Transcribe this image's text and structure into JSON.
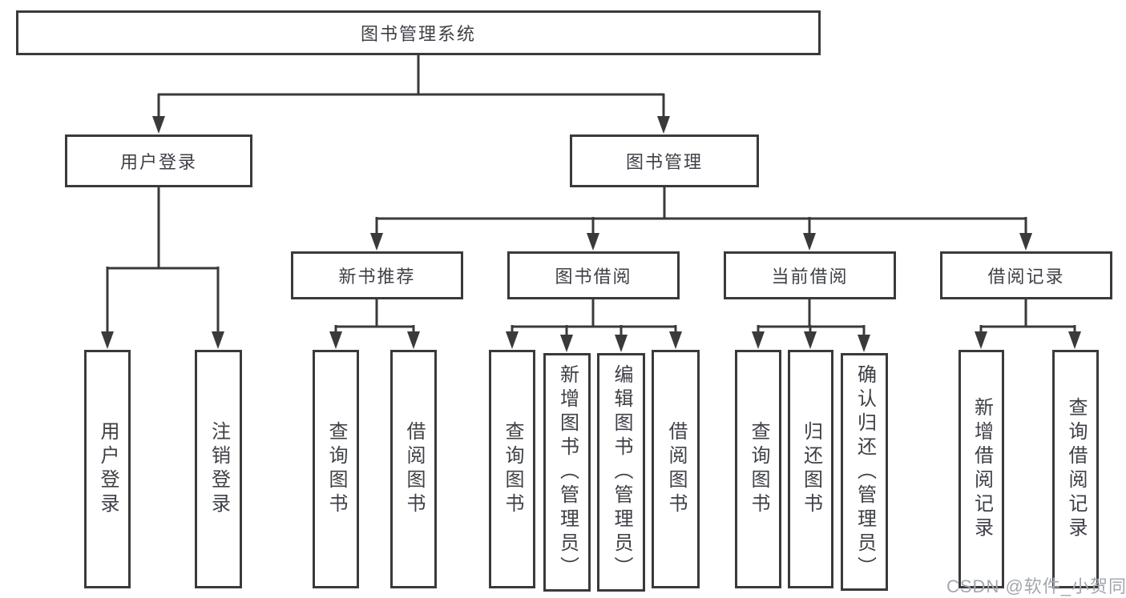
{
  "diagram": {
    "root": {
      "label": "图书管理系统"
    },
    "branches": [
      {
        "label": "用户登录",
        "children": [
          {
            "label": "用户登录"
          },
          {
            "label": "注销登录"
          }
        ]
      },
      {
        "label": "图书管理",
        "children": [
          {
            "label": "新书推荐",
            "children": [
              {
                "label": "查询图书"
              },
              {
                "label": "借阅图书"
              }
            ]
          },
          {
            "label": "图书借阅",
            "children": [
              {
                "label": "查询图书"
              },
              {
                "label": "新增图书（管理员）"
              },
              {
                "label": "编辑图书（管理员）"
              },
              {
                "label": "借阅图书"
              }
            ]
          },
          {
            "label": "当前借阅",
            "children": [
              {
                "label": "查询图书"
              },
              {
                "label": "归还图书"
              },
              {
                "label": "确认归还（管理员）"
              }
            ]
          },
          {
            "label": "借阅记录",
            "children": [
              {
                "label": "新增借阅记录"
              },
              {
                "label": "查询借阅记录"
              }
            ]
          }
        ]
      }
    ]
  },
  "watermark": "CSDN @软件_小贺同学",
  "colors": {
    "line": "#3a3a3d",
    "text": "#3d4046",
    "watermark": "#a3a7af",
    "background": "#ffffff"
  }
}
